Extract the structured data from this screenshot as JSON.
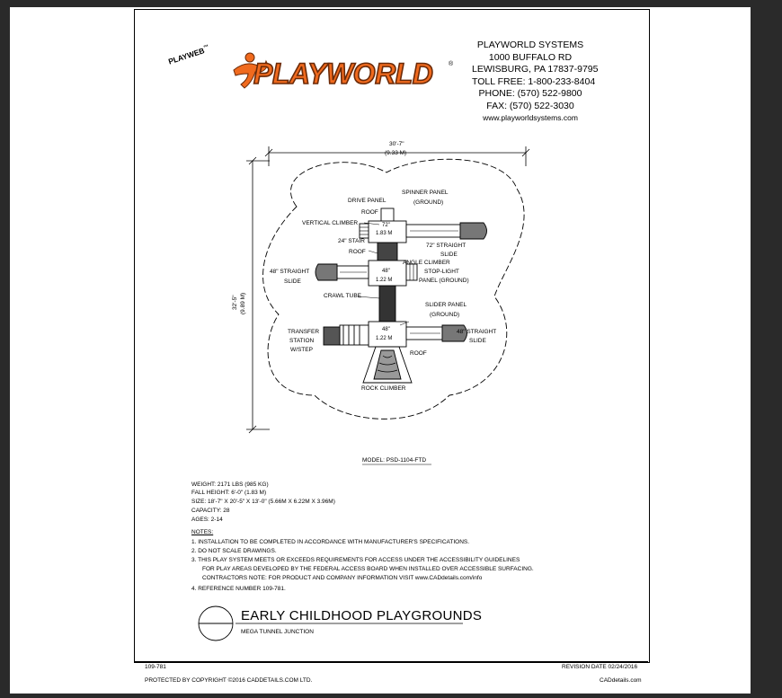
{
  "logo": {
    "brand": "PLAYWORLD",
    "registered": "®",
    "sub_brand": "PLAYWEB",
    "sub_trademark": "™"
  },
  "company": {
    "name": "PLAYWORLD SYSTEMS",
    "address1": "1000 BUFFALO RD",
    "address2": "LEWISBURG, PA 17837-9795",
    "toll_free": "TOLL FREE: 1-800-233-8404",
    "phone": "PHONE: (570) 522-9800",
    "fax": "FAX: (570) 522-3030",
    "website": "www.playworldsystems.com"
  },
  "dimensions": {
    "width_ft": "30'-7\"",
    "width_m": "(9.33 M)",
    "depth_ft": "32'-5\"",
    "depth_m": "(9.89 M)"
  },
  "components": {
    "drive_panel": "DRIVE PANEL",
    "roof_top": "ROOF",
    "vertical_climber": "VERTICAL CLIMBER",
    "stair": "24\" STAIR",
    "roof_mid": "ROOF",
    "spinner_panel_1": "SPINNER PANEL",
    "spinner_panel_2": "(GROUND)",
    "slide72_1": "72\" STRAIGHT",
    "slide72_2": "SLIDE",
    "angle_climber": "ANGLE CLIMBER",
    "stoplight_1": "STOP-LIGHT",
    "stoplight_2": "PANEL (GROUND)",
    "slide48_left_1": "48\" STRAIGHT",
    "slide48_left_2": "SLIDE",
    "crawl_tube": "CRAWL TUBE",
    "slider_panel_1": "SLIDER PANEL",
    "slider_panel_2": "(GROUND)",
    "transfer_1": "TRANSFER",
    "transfer_2": "STATION",
    "transfer_3": "W/STEP",
    "slide48_right_1": "48\" STRAIGHT",
    "slide48_right_2": "SLIDE",
    "roof_bottom": "ROOF",
    "rock_climber": "ROCK CLIMBER",
    "deck1_ft": "72\"",
    "deck1_m": "1.83 M",
    "deck2_ft": "48\"",
    "deck2_m": "1.22 M",
    "deck3_ft": "48\"",
    "deck3_m": "1.22 M"
  },
  "model": "MODEL: PSD-1104-FTD",
  "specs": {
    "weight": "WEIGHT: 2171 LBS (985 KG)",
    "fall_height": "FALL HEIGHT: 6'-0\" (1.83 M)",
    "size": "SIZE: 18'-7\" X 20'-5\" X 13'-0\" (5.66M X 6.22M X 3.96M)",
    "capacity": "CAPACITY: 28",
    "ages": "AGES: 2-14"
  },
  "notes": {
    "heading": "NOTES:",
    "n1": "1.  INSTALLATION TO BE COMPLETED IN ACCORDANCE WITH MANUFACTURER'S SPECIFICATIONS.",
    "n2": "2.  DO NOT SCALE DRAWINGS.",
    "n3a": "3.  THIS PLAY SYSTEM MEETS OR EXCEEDS REQUIREMENTS FOR ACCESS UNDER THE ACCESSIBILITY GUIDELINES",
    "n3b": "FOR PLAY AREAS DEVELOPED BY THE FEDERAL ACCESS BOARD WHEN INSTALLED OVER ACCESSIBLE SURFACING.",
    "n3c": "CONTRACTORS NOTE: FOR PRODUCT AND COMPANY INFORMATION VISIT www.CADdetails.com/info",
    "n4": "4.  REFERENCE NUMBER 109-781."
  },
  "title_block": {
    "title": "EARLY CHILDHOOD PLAYGROUNDS",
    "subtitle": "MEGA TUNNEL JUNCTION"
  },
  "footer": {
    "ref": "109-781",
    "revision": "REVISION DATE 02/24/2016",
    "copyright": "PROTECTED BY COPYRIGHT ©2016 CADDETAILS.COM LTD.",
    "site": "CADdetails.com"
  },
  "colors": {
    "logo_orange": "#f06a1e",
    "logo_outline": "#6b2a08",
    "ink": "#000000",
    "background": "#2a2a2a"
  }
}
